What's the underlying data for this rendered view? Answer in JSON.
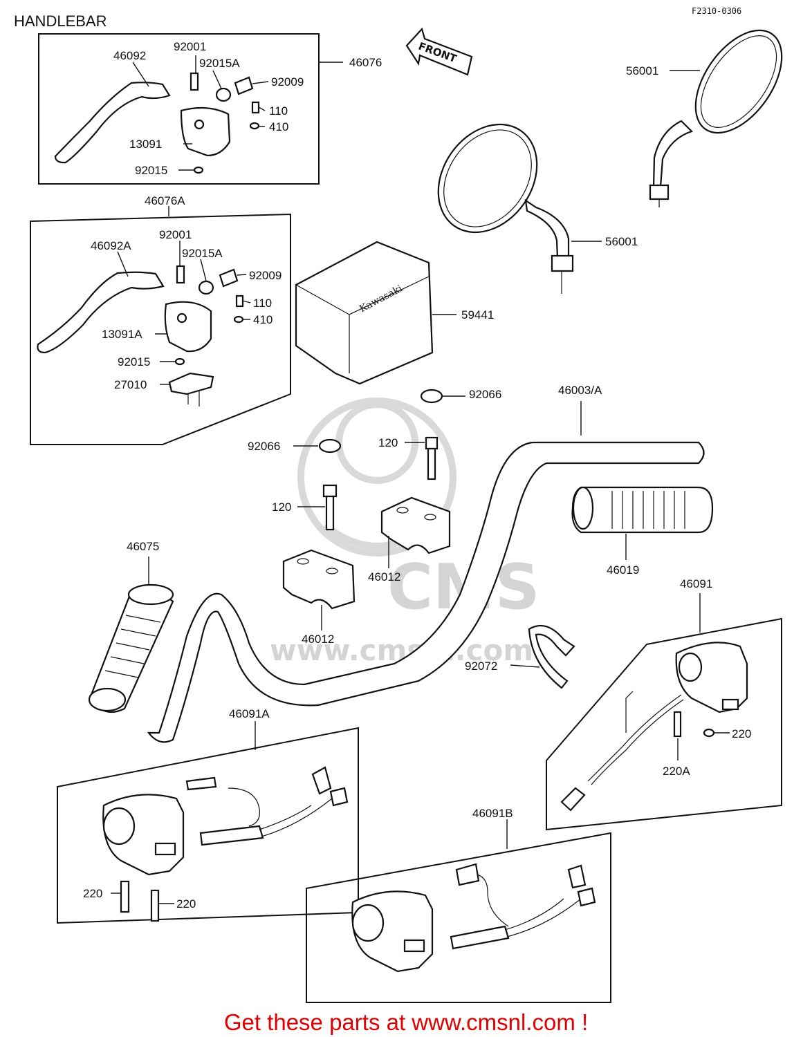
{
  "title": "HANDLEBAR",
  "figure_code": "F2310-0306",
  "front_label": "FRONT",
  "brand_on_cover": "Kawasaki",
  "watermark": {
    "logo": "CMS",
    "url": "www.cmsnl.com"
  },
  "footer": "Get these parts at www.cmsnl.com !",
  "parts": {
    "p46092": "46092",
    "p92001a": "92001",
    "p92015Aa": "92015A",
    "p92009a": "92009",
    "p110a": "110",
    "p410a": "410",
    "p13091": "13091",
    "p92015a": "92015",
    "p46076": "46076",
    "p46076A": "46076A",
    "p92001b": "92001",
    "p46092A": "46092A",
    "p92015Ab": "92015A",
    "p92009b": "92009",
    "p110b": "110",
    "p410b": "410",
    "p13091A": "13091A",
    "p92015b": "92015",
    "p27010": "27010",
    "p56001a": "56001",
    "p56001b": "56001",
    "p59441": "59441",
    "p92066a": "92066",
    "p46003A": "46003/A",
    "p92066b": "92066",
    "p120a": "120",
    "p120b": "120",
    "p46012a": "46012",
    "p46012b": "46012",
    "p46019": "46019",
    "p46075": "46075",
    "p46091": "46091",
    "p92072": "92072",
    "p220a": "220",
    "p220A": "220A",
    "p46091A": "46091A",
    "p220b": "220",
    "p220c": "220",
    "p46091B": "46091B"
  }
}
